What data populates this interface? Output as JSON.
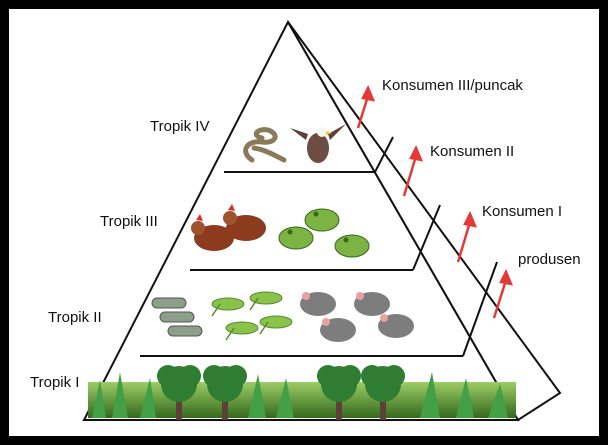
{
  "levels": [
    {
      "label": "Tropik IV",
      "role": "Konsumen III/puncak"
    },
    {
      "label": "Tropik III",
      "role": "Konsumen II"
    },
    {
      "label": "Tropik II",
      "role": "Konsumen I"
    },
    {
      "label": "Tropik I",
      "role": "produsen"
    }
  ],
  "colors": {
    "arrow": "#e53935",
    "frame": "#000000",
    "grass": "#4caf50",
    "tree": "#2e7d32",
    "frog": "#7cb342",
    "hen": "#8d3b1f",
    "mouse": "#7d7d7d",
    "eagle": "#6d4c41",
    "snake": "#8a7a5a",
    "grasshopper": "#8bc34a"
  }
}
